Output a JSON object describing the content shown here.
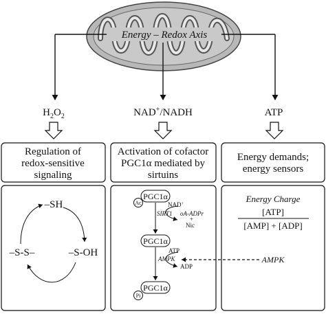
{
  "axis_label": "Energy – Redox Axis",
  "branches": [
    {
      "label_main": "H",
      "label_sub": "2",
      "label_mid": "O",
      "label_sub2": "2",
      "box_lines": [
        "Regulation of",
        "redox-sensitive",
        "signaling"
      ]
    },
    {
      "label_main": "NAD",
      "label_sup": "+",
      "label_rest": "/NADH",
      "box_lines": [
        "Activation of cofactor",
        "PGC1α mediated by",
        "sirtuins"
      ]
    },
    {
      "label_main": "ATP",
      "box_lines": [
        "Energy demands;",
        "energy sensors"
      ]
    }
  ],
  "redox_cycle": {
    "top": "–SH",
    "left": "–S-S–",
    "right": "–S-OH"
  },
  "pgc_panel": {
    "pgc": "PGC1α",
    "ac": "Ac",
    "pi": "Pi",
    "nad": "NAD",
    "nad_sup": "+",
    "sirt1": "SIRT1",
    "oa_adpr": "oA-ADPr",
    "plus": "+",
    "nic": "Nic",
    "atp": "ATP",
    "ampk": "AMPK",
    "adp": "ADP"
  },
  "energy_panel": {
    "title": "Energy Charge",
    "numerator": "[ATP]",
    "denominator": "[AMP] + [ADP]",
    "ampk": "AMPK"
  }
}
